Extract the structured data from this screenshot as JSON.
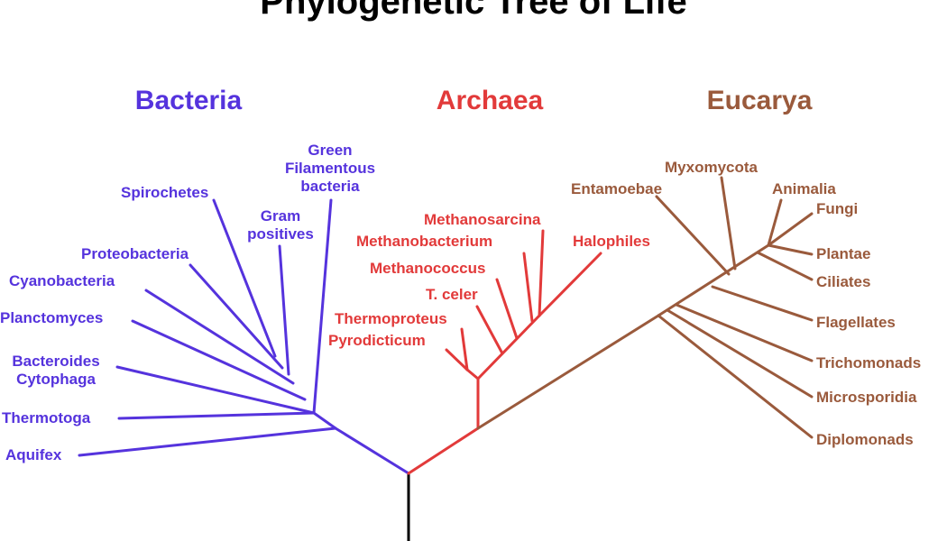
{
  "title": "Phylogenetic Tree of Life",
  "colors": {
    "bacteria": "#5533dd",
    "archaea": "#e23a3a",
    "eucarya": "#9a5a3c",
    "root": "#000000"
  },
  "domains": {
    "bacteria": "Bacteria",
    "archaea": "Archaea",
    "eucarya": "Eucarya"
  },
  "bacteria": {
    "green_filamentous": [
      "Green",
      "Filamentous",
      "bacteria"
    ],
    "spirochetes": "Spirochetes",
    "gram_positives": [
      "Gram",
      "positives"
    ],
    "proteobacteria": "Proteobacteria",
    "cyanobacteria": "Cyanobacteria",
    "planctomyces": "Planctomyces",
    "bacteroides_cytophaga": [
      "Bacteroides",
      "Cytophaga"
    ],
    "thermotoga": "Thermotoga",
    "aquifex": "Aquifex"
  },
  "archaea": {
    "methanosarcina": "Methanosarcina",
    "methanobacterium": "Methanobacterium",
    "halophiles": "Halophiles",
    "methanococcus": "Methanococcus",
    "t_celer": "T. celer",
    "thermoproteus": "Thermoproteus",
    "pyrodicticum": "Pyrodicticum"
  },
  "eucarya": {
    "myxomycota": "Myxomycota",
    "entamoebae": "Entamoebae",
    "animalia": "Animalia",
    "fungi": "Fungi",
    "plantae": "Plantae",
    "ciliates": "Ciliates",
    "flagellates": "Flagellates",
    "trichomonads": "Trichomonads",
    "microsporidia": "Microsporidia",
    "diplomonads": "Diplomonads"
  }
}
